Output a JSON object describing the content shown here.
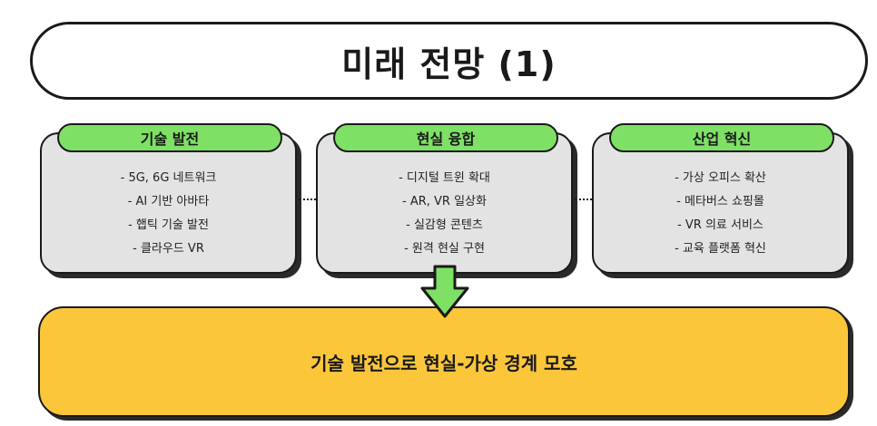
{
  "title": "미래 전망 (1)",
  "cards": [
    {
      "header": "기술 발전",
      "items": [
        "5G, 6G 네트워크",
        "AI 기반 아바타",
        "햅틱 기술 발전",
        "클라우드 VR"
      ]
    },
    {
      "header": "현실 융합",
      "items": [
        "디지털 트윈 확대",
        "AR, VR 일상화",
        "실감형 콘텐츠",
        "원격 현실 구현"
      ]
    },
    {
      "header": "산업 혁신",
      "items": [
        "가상 오피스 확산",
        "메타버스 쇼핑몰",
        "VR 의료 서비스",
        "교육 플랫폼 혁신"
      ]
    }
  ],
  "conclusion": "기술 발전으로 현실-가상 경계 모호",
  "colors": {
    "header_green": "#7ee065",
    "card_gray": "#e3e3e3",
    "result_yellow": "#fbc63a",
    "arrow_green": "#7ee065",
    "outline": "#1a1a1a"
  },
  "icons": {
    "down_arrow": "down-arrow-icon"
  }
}
